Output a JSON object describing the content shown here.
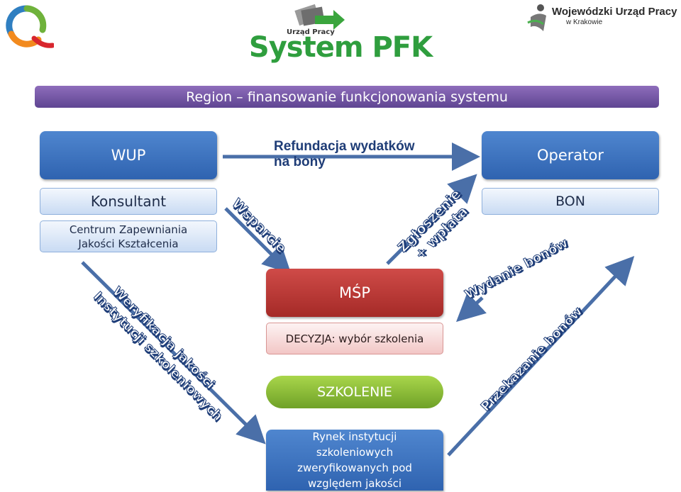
{
  "header": {
    "title": "System PFK",
    "center_logo_text": "Urząd Pracy",
    "right_logo_line1": "Wojewódzki Urząd Pracy",
    "right_logo_line2": "w Krakowie"
  },
  "banner": "Region – finansowanie funkcjonowania systemu",
  "nodes": {
    "wup": "WUP",
    "operator": "Operator",
    "konsultant": "Konsultant",
    "centrum_line1": "Centrum Zapewniania",
    "centrum_line2": "Jakości  Kształcenia",
    "bon": "BON",
    "msp": "MŚP",
    "decyzja": "DECYZJA: wybór szkolenia",
    "szkolenie": "SZKOLENIE",
    "rynek_line1": "Rynek instytucji",
    "rynek_line2": "szkoleniowych",
    "rynek_line3": "zweryfikowanych pod",
    "rynek_line4": "względem jakości"
  },
  "arrows": {
    "refundacja_line1": "Refundacja wydatków",
    "refundacja_line2": "na bony",
    "wsparcie": "Wsparcie",
    "zgloszenie_line1": "Zgłoszenie",
    "zgloszenie_line2": "+ wpłata",
    "wydanie": "Wydanie bonów",
    "przekazanie": "Przekazanie bonów",
    "weryfikacja_line1": "Weryfikacja jakości",
    "weryfikacja_line2": "Instytucji szkoleniowych"
  }
}
